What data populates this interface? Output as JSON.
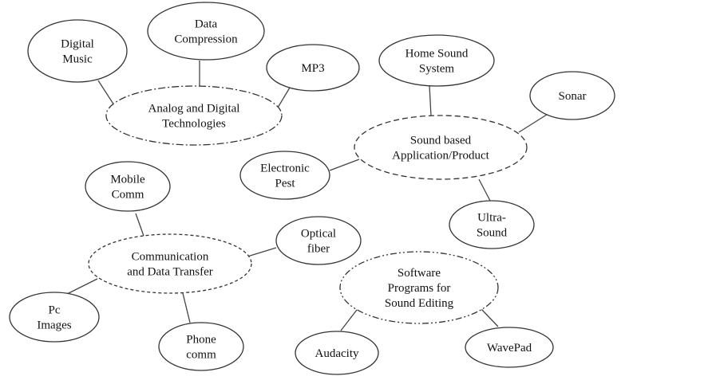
{
  "diagram": {
    "type": "concept-map",
    "clusters": [
      {
        "id": "analog",
        "hub": {
          "lines": [
            "Analog and Digital",
            "Technologies"
          ],
          "border": "dash-dot"
        },
        "children": [
          {
            "id": "digital-music",
            "lines": [
              "Digital",
              "Music"
            ]
          },
          {
            "id": "data-compression",
            "lines": [
              "Data",
              "Compression"
            ]
          },
          {
            "id": "mp3",
            "lines": [
              "MP3"
            ]
          }
        ]
      },
      {
        "id": "sound-app",
        "hub": {
          "lines": [
            "Sound based",
            "Application/Product"
          ],
          "border": "dashed"
        },
        "children": [
          {
            "id": "home-sound",
            "lines": [
              "Home Sound",
              "System"
            ]
          },
          {
            "id": "sonar",
            "lines": [
              "Sonar"
            ]
          },
          {
            "id": "electronic-pest",
            "lines": [
              "Electronic",
              "Pest"
            ]
          },
          {
            "id": "ultra-sound",
            "lines": [
              "Ultra-",
              "Sound"
            ]
          }
        ]
      },
      {
        "id": "communication",
        "hub": {
          "lines": [
            "Communication",
            "and Data Transfer"
          ],
          "border": "dotted"
        },
        "children": [
          {
            "id": "mobile-comm",
            "lines": [
              "Mobile",
              "Comm"
            ]
          },
          {
            "id": "optical-fiber",
            "lines": [
              "Optical",
              "fiber"
            ]
          },
          {
            "id": "pc-images",
            "lines": [
              "Pc",
              "Images"
            ]
          },
          {
            "id": "phone-comm",
            "lines": [
              "Phone",
              "comm"
            ]
          }
        ]
      },
      {
        "id": "software",
        "hub": {
          "lines": [
            "Software",
            "Programs for",
            "Sound Editing"
          ],
          "border": "dash-dot-dot"
        },
        "children": [
          {
            "id": "audacity",
            "lines": [
              "Audacity"
            ]
          },
          {
            "id": "wavepad",
            "lines": [
              "WavePad"
            ]
          }
        ]
      }
    ]
  }
}
